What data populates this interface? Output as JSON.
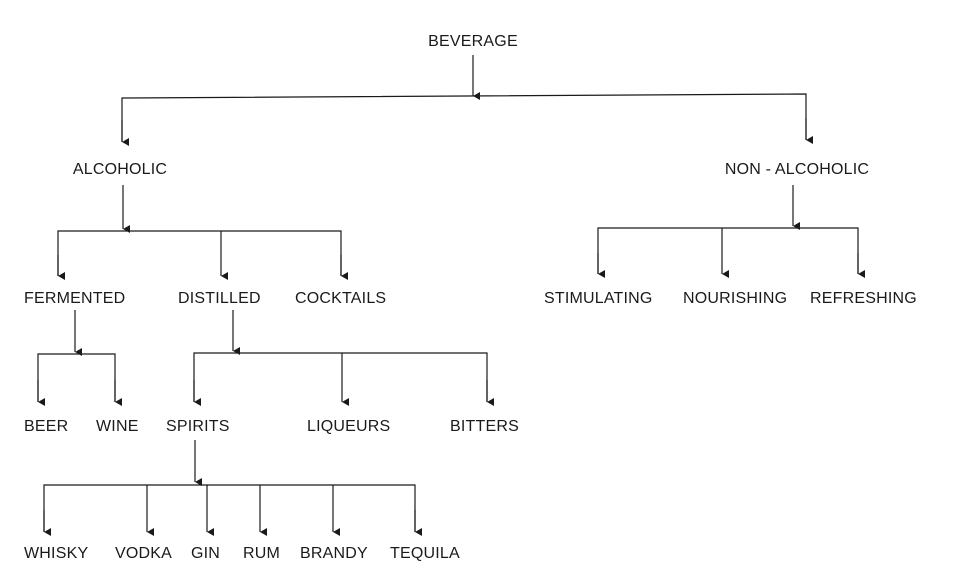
{
  "colors": {
    "line": "#1a1a1a",
    "text": "#1a1a1a",
    "background": "#ffffff"
  },
  "tree": {
    "root": "BEVERAGE",
    "alcoholic": {
      "label": "ALCOHOLIC",
      "fermented": {
        "label": "FERMENTED",
        "beer": "BEER",
        "wine": "WINE"
      },
      "distilled": {
        "label": "DISTILLED",
        "spirits": {
          "label": "SPIRITS",
          "whisky": "WHISKY",
          "vodka": "VODKA",
          "gin": "GIN",
          "rum": "RUM",
          "brandy": "BRANDY",
          "tequila": "TEQUILA"
        },
        "liqueurs": "LIQUEURS",
        "bitters": "BITTERS"
      },
      "cocktails": "COCKTAILS"
    },
    "non_alcoholic": {
      "label": "NON - ALCOHOLIC",
      "stimulating": "STIMULATING",
      "nourishing": "NOURISHING",
      "refreshing": "REFRESHING"
    }
  }
}
